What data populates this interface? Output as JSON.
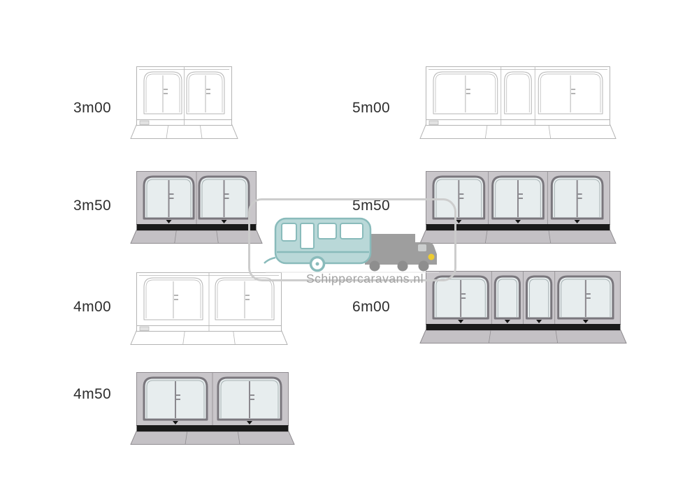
{
  "watermark": {
    "text": "Schippercaravans.nl",
    "colors": {
      "border": "#cccccc",
      "caravan_fill": "#b7d7d7",
      "caravan_stroke": "#85b9b9",
      "window_fill": "#ffffff",
      "truck_fill": "#9b9b9b",
      "truck_window": "#c9cdcd",
      "wheel_dark": "#8a8a8a",
      "accent_yellow": "#edc928",
      "text": "#9f9f9f"
    }
  },
  "palette": {
    "outline_stroke": "#b4b4b4",
    "filled_body": "#c9c6ca",
    "filled_stroke": "#8f8c90",
    "filled_skirt": "#c4c1c5",
    "glass": "#e7edee",
    "glass_frame": "#7a777d",
    "band_black": "#1a1a1a",
    "triangle_black": "#151515"
  },
  "items": [
    {
      "label": "3m00",
      "variant": "outline",
      "windows": [
        1,
        1
      ]
    },
    {
      "label": "5m00",
      "variant": "outline",
      "windows": [
        1,
        0.42,
        1
      ]
    },
    {
      "label": "3m50",
      "variant": "filled",
      "windows": [
        1,
        1
      ]
    },
    {
      "label": "5m50",
      "variant": "filled",
      "windows": [
        1,
        1,
        1
      ]
    },
    {
      "label": "4m00",
      "variant": "outline",
      "windows": [
        1,
        1
      ]
    },
    {
      "label": "6m00",
      "variant": "filled",
      "windows": [
        1,
        0.45,
        0.45,
        1
      ]
    },
    {
      "label": "4m50",
      "variant": "filled",
      "windows": [
        1,
        1
      ]
    }
  ]
}
